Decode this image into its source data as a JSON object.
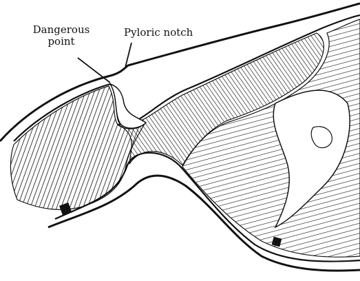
{
  "labels": {
    "dangerous_point_line1": "Dangerous",
    "dangerous_point_line2": "point",
    "pyloric_notch": "Pyloric notch"
  },
  "colors": {
    "ink": "#111111",
    "paper": "#ffffff"
  }
}
